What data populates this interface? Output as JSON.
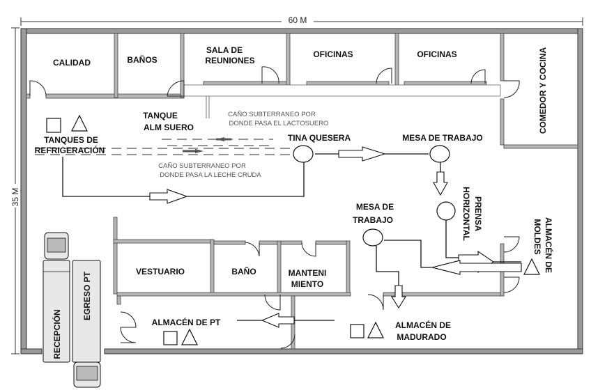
{
  "dimensions": {
    "width": "60 M",
    "height": "35 M"
  },
  "rooms": {
    "calidad": "CALIDAD",
    "banos": "BAÑOS",
    "sala_reuniones_1": "SALA DE",
    "sala_reuniones_2": "REUNIONES",
    "oficinas_1": "OFICINAS",
    "oficinas_2": "OFICINAS",
    "comedor": "COMEDOR Y COCINA",
    "vestuario": "VESTUARIO",
    "bano": "BAÑO",
    "mantenimiento_1": "MANTENI",
    "mantenimiento_2": "MIENTO"
  },
  "stations": {
    "tanque_suero_1": "TANQUE",
    "tanque_suero_2": "ALM SUERO",
    "tanques_refrig_1": "TANQUES DE",
    "tanques_refrig_2": "REFRIGERACIÓN",
    "tina_quesera": "TINA QUESERA",
    "mesa_trabajo_1": "MESA DE TRABAJO",
    "mesa_trabajo_2a": "MESA DE",
    "mesa_trabajo_2b": "TRABAJO",
    "prensa_1": "PRENSA",
    "prensa_2": "HORIZONTAL",
    "almacen_moldes_1": "ALMACÉN DE",
    "almacen_moldes_2": "MOLDES",
    "almacen_pt": "ALMACÉN DE PT",
    "almacen_madurado_1": "ALMACÉN DE",
    "almacen_madurado_2": "MADURADO",
    "recepcion": "RECEPCIÓN",
    "egreso": "EGRESO PT"
  },
  "notes": {
    "lactosuero_1": "CAÑO SUBTERRANEO POR",
    "lactosuero_2": "DONDE PASA EL LACTOSUERO",
    "leche_1": "CAÑO SUBTERRANEO POR",
    "leche_2": "DONDE PASA LA LECHE CRUDA"
  }
}
